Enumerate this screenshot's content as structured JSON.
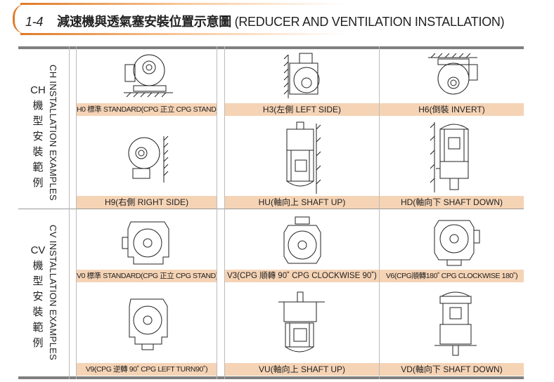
{
  "header": {
    "number": "1-4",
    "title_zh": "減速機與透氣塞安裝位置示意圖",
    "title_en": "(REDUCER AND VENTILATION INSTALLATION)"
  },
  "ch": {
    "side_code": "CH",
    "side_zh": [
      "機",
      "型",
      "安",
      "裝",
      "範",
      "例"
    ],
    "vertical": "CH INSTALLATION EXAMPLES",
    "labels": [
      "H0 標準 STANDARD(CPG 正立 CPG STAND)",
      "H3(左側 LEFT SIDE)",
      "H6(倒裝 INVERT)",
      "H9(右側 RIGHT SIDE)",
      "HU(軸向上 SHAFT UP)",
      "HD(軸向下 SHAFT DOWN)"
    ]
  },
  "cv": {
    "side_code": "CV",
    "side_zh": [
      "機",
      "型",
      "安",
      "裝",
      "範",
      "例"
    ],
    "vertical": "CV INSTALLATION EXAMPLES",
    "labels": [
      "V0 標準 STANDARD(CPG 正立 CPG STAND)",
      "V3(CPG 順轉 90˚ CPG CLOCKWISE 90˚)",
      "V6(CPG順轉180˚ CPG CLOCKWISE 180˚)",
      "V9(CPG 逆轉 90˚ CPG LEFT TURN90˚)",
      "VU(軸向上 SHAFT UP)",
      "VD(軸向下 SHAFT DOWN)"
    ]
  }
}
